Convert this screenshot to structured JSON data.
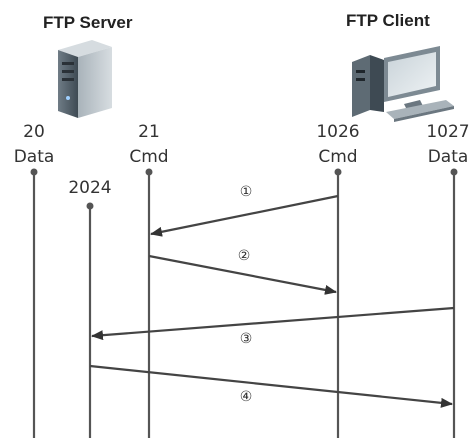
{
  "server": {
    "title": "FTP Server",
    "icon": "server-tower-icon"
  },
  "client": {
    "title": "FTP Client",
    "icon": "desktop-computer-icon"
  },
  "ports": [
    {
      "number": "20",
      "role": "Data"
    },
    {
      "number": "21",
      "role": "Cmd"
    },
    {
      "number": "1026",
      "role": "Cmd"
    },
    {
      "number": "1027",
      "role": "Data"
    }
  ],
  "extra_port": "2024",
  "steps": [
    "①",
    "②",
    "③",
    "④"
  ],
  "colors": {
    "line": "#555555",
    "text": "#333333"
  }
}
